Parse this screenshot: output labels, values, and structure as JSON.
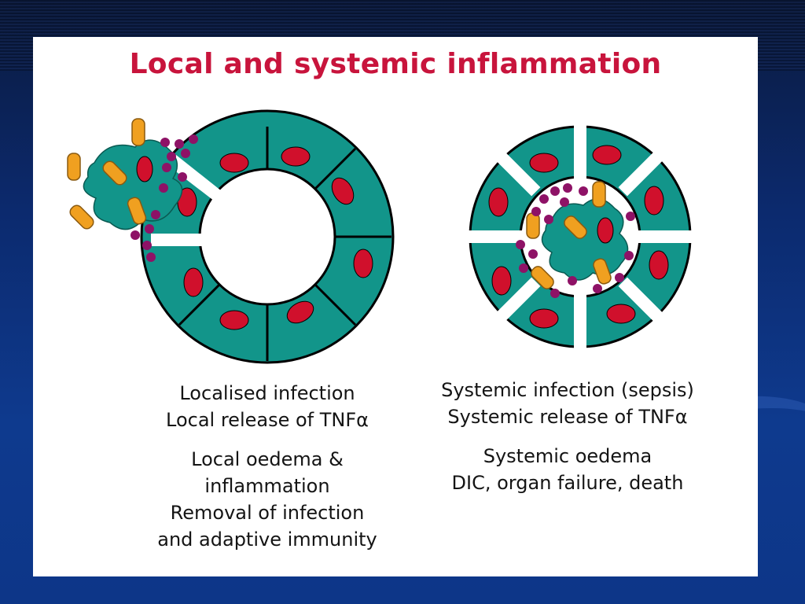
{
  "slide": {
    "title": "Local and systemic inflammation"
  },
  "local": {
    "lines_a": [
      "Localised infection",
      "Local release of TNFα"
    ],
    "lines_b": [
      "Local oedema &",
      "inflammation",
      "Removal of infection",
      "and adaptive immunity"
    ]
  },
  "systemic": {
    "lines_a": [
      "Systemic infection (sepsis)",
      "Systemic release of TNFα"
    ],
    "lines_b": [
      "Systemic oedema",
      "DIC, organ failure, death"
    ]
  },
  "colors": {
    "title": "#c8143c",
    "cell": "#12958a",
    "nucleus": "#d0102c",
    "bacterium": "#f0a020",
    "cytokine": "#8e1266",
    "background": "#0c2a6e"
  }
}
